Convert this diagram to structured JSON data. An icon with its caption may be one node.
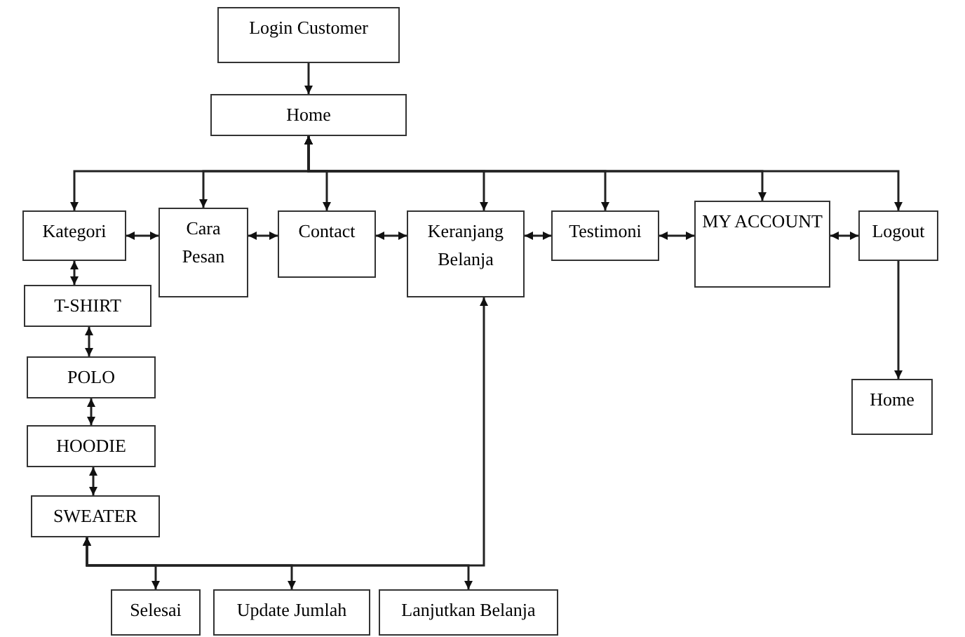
{
  "diagram": {
    "nodes": [
      {
        "text": [
          "Login Customer"
        ]
      },
      {
        "text": [
          "Home"
        ]
      },
      {
        "text": [
          "Kategori"
        ]
      },
      {
        "text": [
          "Cara Pesan"
        ]
      },
      {
        "text": [
          "Contact"
        ]
      },
      {
        "text": [
          "Keranjang Belanja"
        ]
      },
      {
        "text": [
          "Testimoni"
        ]
      },
      {
        "text": [
          "MY ACCOUNT"
        ]
      },
      {
        "text": [
          "Logout"
        ]
      },
      {
        "text": [
          "Home"
        ]
      },
      {
        "text": [
          "T-SHIRT"
        ]
      },
      {
        "text": [
          "POLO"
        ]
      },
      {
        "text": [
          "HOODIE"
        ]
      },
      {
        "text": [
          "SWEATER"
        ]
      },
      {
        "text": [
          "Selesai"
        ]
      },
      {
        "text": [
          "Update Jumlah"
        ]
      },
      {
        "text": [
          "Lanjutkan Belanja"
        ]
      }
    ],
    "edges": [
      {
        "from": 0,
        "to": 1,
        "arrow": "to"
      },
      {
        "from": 1,
        "to": 2,
        "arrow": "both"
      },
      {
        "from": 1,
        "to": 3,
        "arrow": "both"
      },
      {
        "from": 1,
        "to": 4,
        "arrow": "both"
      },
      {
        "from": 1,
        "to": 5,
        "arrow": "both"
      },
      {
        "from": 1,
        "to": 6,
        "arrow": "both"
      },
      {
        "from": 1,
        "to": 7,
        "arrow": "both"
      },
      {
        "from": 1,
        "to": 8,
        "arrow": "both"
      },
      {
        "from": 2,
        "to": 3,
        "arrow": "both"
      },
      {
        "from": 3,
        "to": 4,
        "arrow": "both"
      },
      {
        "from": 4,
        "to": 5,
        "arrow": "both"
      },
      {
        "from": 5,
        "to": 6,
        "arrow": "both"
      },
      {
        "from": 6,
        "to": 7,
        "arrow": "both"
      },
      {
        "from": 7,
        "to": 8,
        "arrow": "both"
      },
      {
        "from": 8,
        "to": 9,
        "arrow": "to"
      },
      {
        "from": 2,
        "to": 10,
        "arrow": "both"
      },
      {
        "from": 10,
        "to": 11,
        "arrow": "both"
      },
      {
        "from": 11,
        "to": 12,
        "arrow": "both"
      },
      {
        "from": 12,
        "to": 13,
        "arrow": "both"
      },
      {
        "from": 13,
        "to": 14,
        "arrow": "both"
      },
      {
        "from": 13,
        "to": 15,
        "arrow": "both"
      },
      {
        "from": 13,
        "to": 16,
        "arrow": "both"
      },
      {
        "from": 13,
        "to": 5,
        "arrow": "both"
      }
    ]
  }
}
